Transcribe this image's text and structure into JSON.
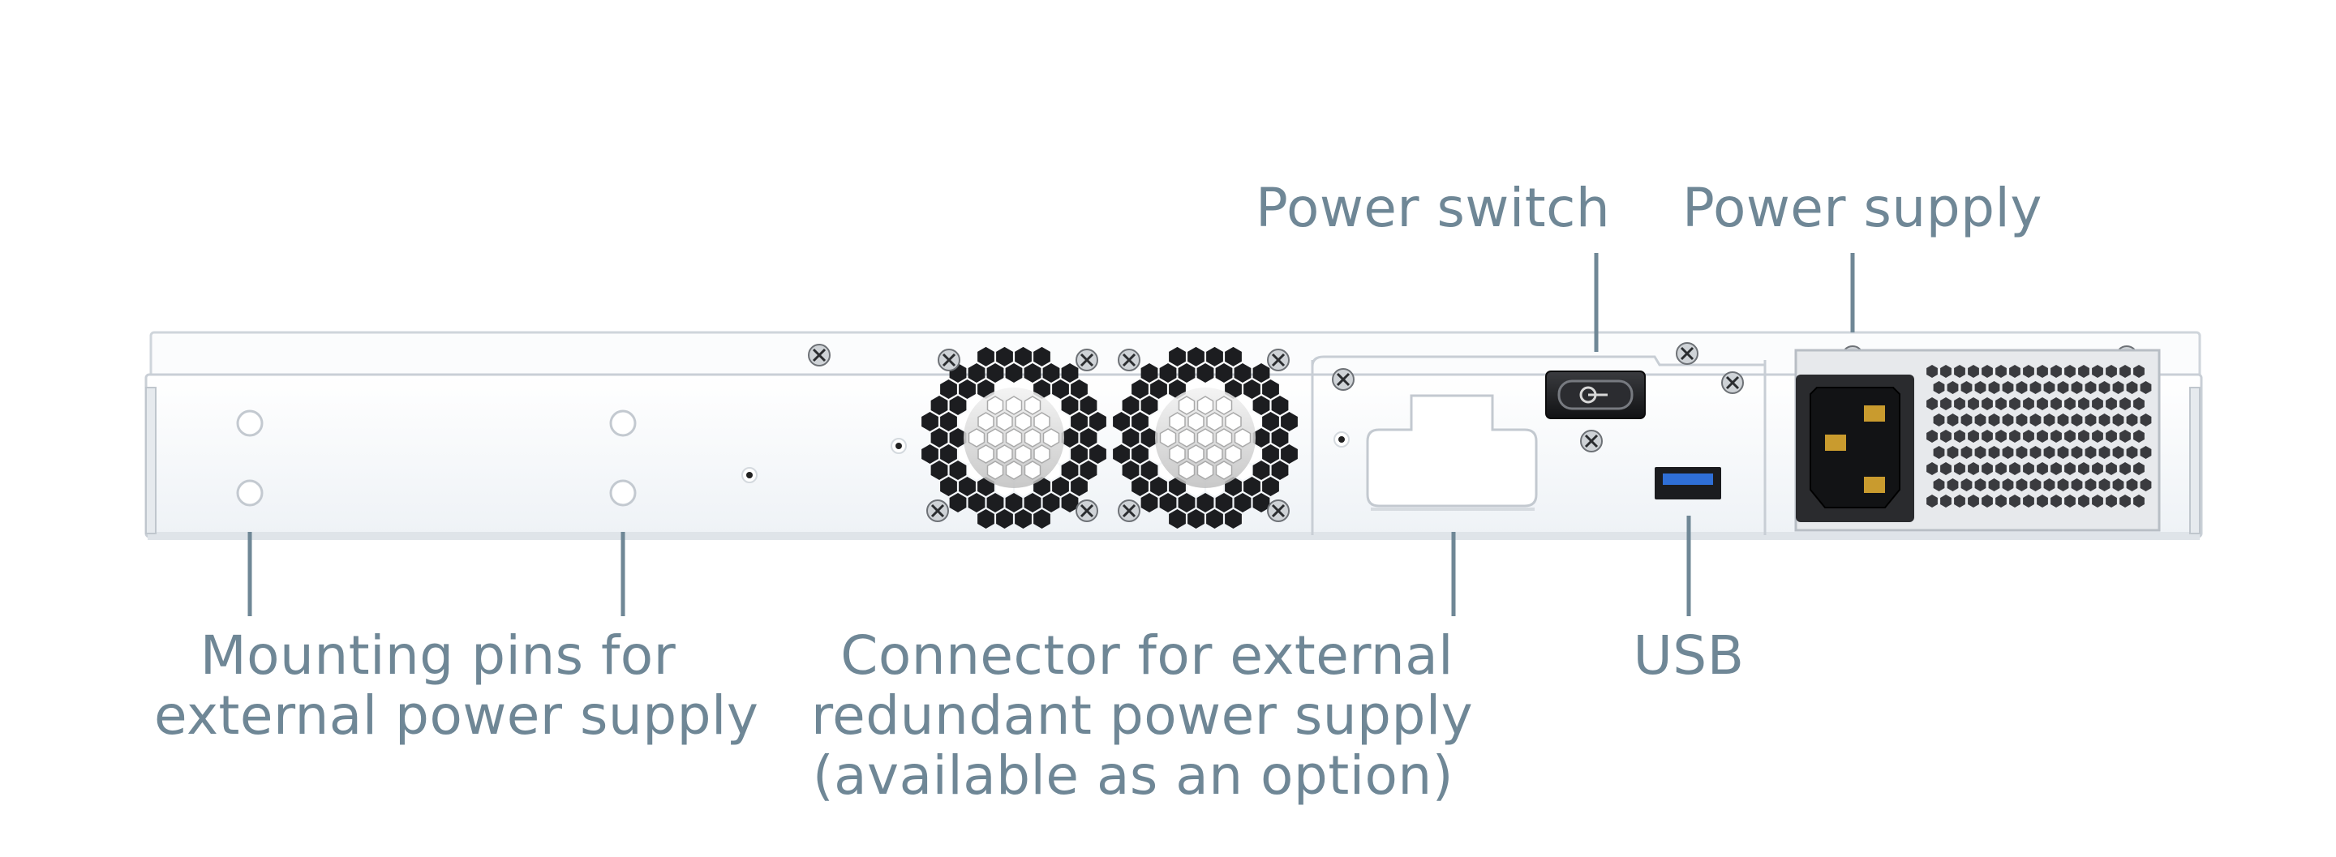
{
  "colors": {
    "label_text": "#6f8796",
    "leader_line": "#6f8796",
    "chassis_face": "#f7f9fb",
    "chassis_outline": "#c9cfd6",
    "vent_hole": "#1c1d20",
    "power_socket": "#2a2b2e",
    "usb_port": "#2f6fd6"
  },
  "labels": {
    "power_switch": "Power switch",
    "power_supply": "Power supply",
    "mounting_pins": [
      "Mounting pins for",
      "external power supply"
    ],
    "redundant_connector": [
      "Connector for external",
      "redundant power supply",
      "(available as an option)"
    ],
    "usb": "USB"
  }
}
